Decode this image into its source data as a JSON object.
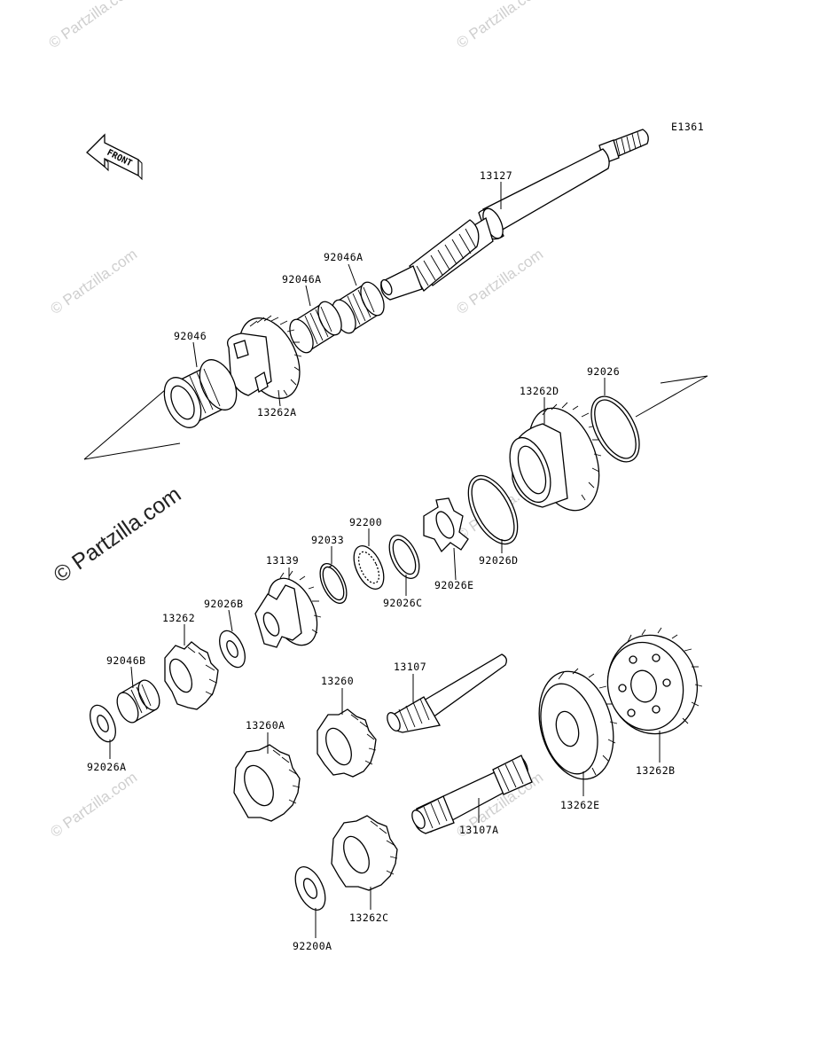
{
  "diagram_code": "E1361",
  "front_label": "FRONT",
  "watermark_text": "© Partzilla.com",
  "parts": {
    "p13127": "13127",
    "p92046A_top": "92046A",
    "p92046A_left": "92046A",
    "p92046": "92046",
    "p13262A": "13262A",
    "p13262D": "13262D",
    "p92026": "92026",
    "p92200": "92200",
    "p92033": "92033",
    "p13139": "13139",
    "p92026B": "92026B",
    "p13262": "13262",
    "p92046B": "92046B",
    "p92026A": "92026A",
    "p92026C": "92026C",
    "p92026E": "92026E",
    "p92026D": "92026D",
    "p13107": "13107",
    "p13260": "13260",
    "p13260A": "13260A",
    "p13262E": "13262E",
    "p13262B": "13262B",
    "p13107A": "13107A",
    "p13262C": "13262C",
    "p92200A": "92200A"
  },
  "icons": [
    "front-arrow-icon"
  ]
}
